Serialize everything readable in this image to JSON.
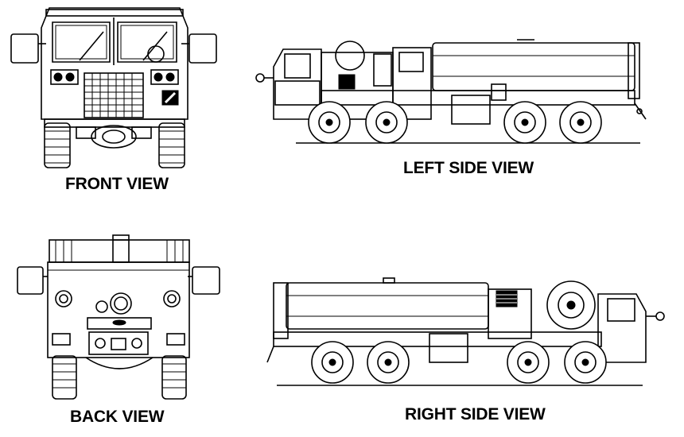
{
  "captions": {
    "front": "FRONT VIEW",
    "left": "LEFT SIDE VIEW",
    "back": "BACK VIEW",
    "right": "RIGHT SIDE VIEW"
  }
}
